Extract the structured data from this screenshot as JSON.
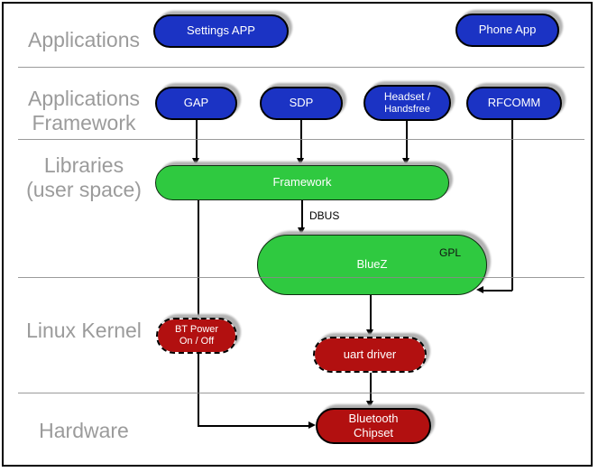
{
  "colors": {
    "node_blue": "#1b33c4",
    "node_green": "#2fc940",
    "node_red": "#b21010",
    "layer_label_gray": "#9b9b9b",
    "divider_gray": "#8a8a8a",
    "shadow_gray": "#b2b2b2",
    "connector_black": "#000000",
    "background": "#ffffff"
  },
  "layers": {
    "applications": "Applications",
    "app_framework_line1": "Applications",
    "app_framework_line2": "Framework",
    "libraries_line1": "Libraries",
    "libraries_line2": "(user space)",
    "linux_kernel": "Linux Kernel",
    "hardware": "Hardware"
  },
  "nodes": {
    "settings_app": "Settings APP",
    "phone_app": "Phone App",
    "gap": "GAP",
    "sdp": "SDP",
    "headset_line1": "Headset /",
    "headset_line2": "Handsfree",
    "rfcomm": "RFCOMM",
    "framework": "Framework",
    "bluez": "BlueZ",
    "gpl_badge": "GPL",
    "bt_power_line1": "BT Power",
    "bt_power_line2": "On / Off",
    "uart_driver": "uart driver",
    "chipset_line1": "Bluetooth",
    "chipset_line2": "Chipset"
  },
  "edges": {
    "dbus_label": "DBUS"
  }
}
